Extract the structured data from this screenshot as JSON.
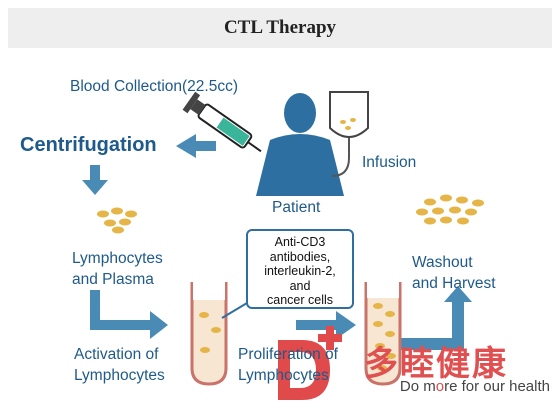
{
  "title": "CTL Therapy",
  "labels": {
    "blood_collection": "Blood Collection(22.5cc)",
    "centrifugation": "Centrifugation",
    "infusion": "Infusion",
    "patient": "Patient",
    "lymphocytes_line1": "Lymphocytes",
    "lymphocytes_line2": "and Plasma",
    "washout_line1": "Washout",
    "washout_line2": "and Harvest",
    "activation_line1": "Activation of",
    "activation_line2": "Lymphocytes",
    "proliferation_line1": "Proliferation of",
    "proliferation_line2": "Lymphocytes"
  },
  "callout": {
    "line1": "Anti-CD3",
    "line2": "antibodies,",
    "line3": "interleukin-2,",
    "line4": "and",
    "line5": "cancer cells"
  },
  "brand": {
    "chinese": "多睦健康",
    "slogan_pre": "Do m",
    "slogan_mid": "o",
    "slogan_post": "re for our health"
  },
  "colors": {
    "arrow": "#4a8bb5",
    "cell": "#e6b547",
    "patient": "#2d6fa0",
    "label": "#1e5a8a",
    "brand_red": "#e04a4a"
  }
}
